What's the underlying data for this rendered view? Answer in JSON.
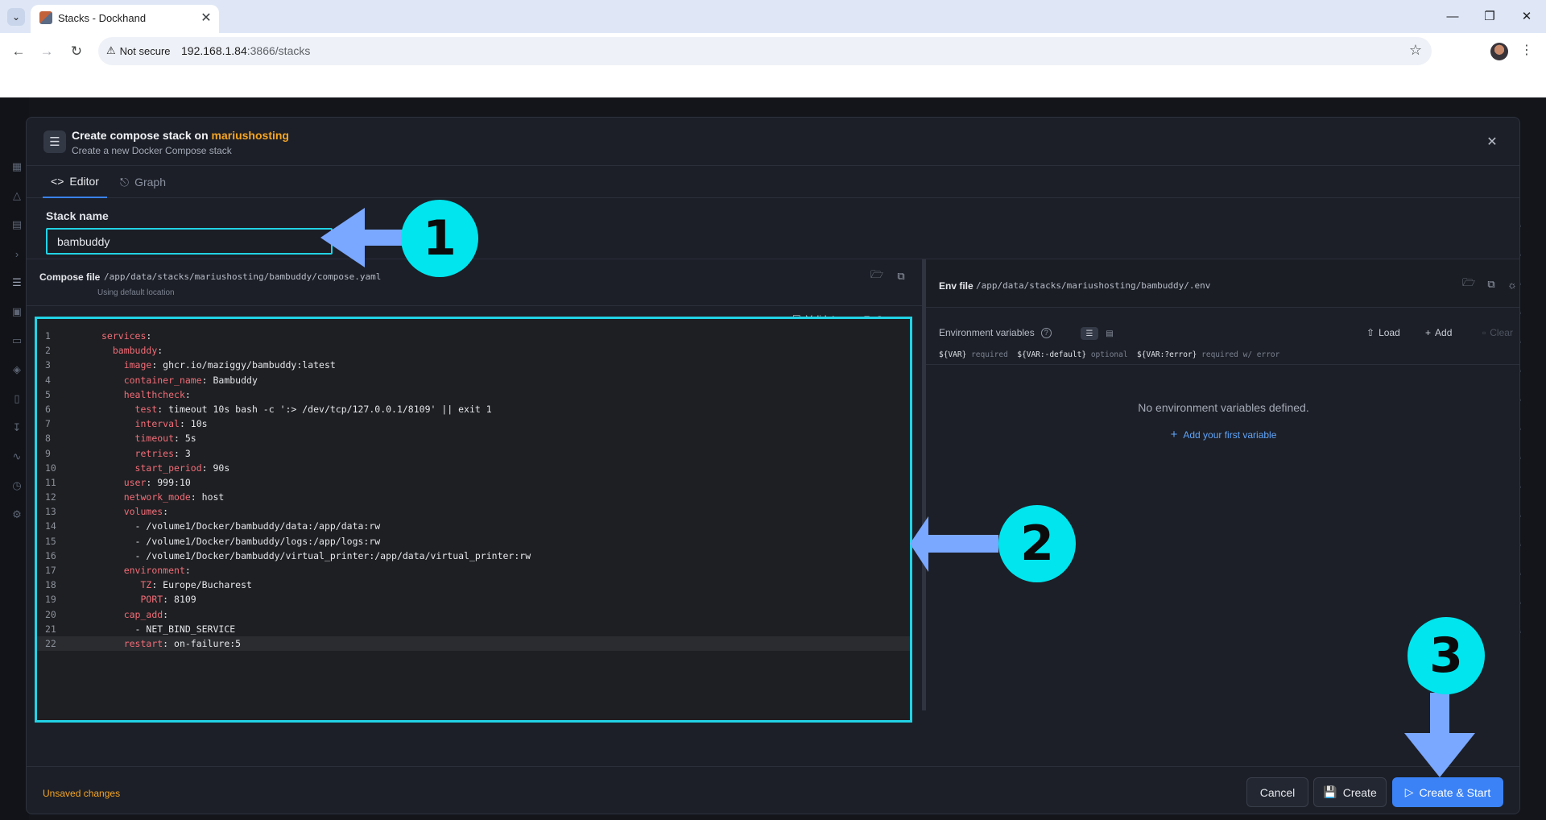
{
  "browser": {
    "tab_title": "Stacks - Dockhand",
    "security_label": "Not secure",
    "url_host": "192.168.1.84",
    "url_path": ":3866/stacks"
  },
  "icons": {
    "tab_list": "chevron-down-icon",
    "tab_close": "close-icon",
    "back": "arrow-left-icon",
    "forward": "arrow-right-icon",
    "reload": "reload-icon",
    "warning": "warning-triangle-icon",
    "bookmark": "star-icon",
    "menu": "kebab-menu-icon",
    "stack": "layers-icon"
  },
  "modal": {
    "title_prefix": "Create compose stack on",
    "title_host": "mariushosting",
    "subtitle": "Create a new Docker Compose stack",
    "tabs": [
      {
        "label": "Editor",
        "active": true
      },
      {
        "label": "Graph",
        "active": false
      }
    ],
    "stack_name_label": "Stack name",
    "stack_name_value": "bambuddy"
  },
  "compose": {
    "label": "Compose file",
    "path": "/app/data/stacks/mariushosting/bambuddy/compose.yaml",
    "hint": "Using default location",
    "validate_label": "Validate",
    "copy_label": "Copy",
    "active_line": 22,
    "lines": [
      {
        "n": "1",
        "indent": "",
        "key": "services",
        "sep": ":",
        "val": ""
      },
      {
        "n": "2",
        "indent": "  ",
        "key": "bambuddy",
        "sep": ":",
        "val": ""
      },
      {
        "n": "3",
        "indent": "    ",
        "key": "image",
        "sep": ": ",
        "val": "ghcr.io/maziggy/bambuddy:latest"
      },
      {
        "n": "4",
        "indent": "    ",
        "key": "container_name",
        "sep": ": ",
        "val": "Bambuddy"
      },
      {
        "n": "5",
        "indent": "    ",
        "key": "healthcheck",
        "sep": ":",
        "val": ""
      },
      {
        "n": "6",
        "indent": "      ",
        "key": "test",
        "sep": ": ",
        "val": "timeout 10s bash -c ':> /dev/tcp/127.0.0.1/8109' || exit 1"
      },
      {
        "n": "7",
        "indent": "      ",
        "key": "interval",
        "sep": ": ",
        "val": "10s"
      },
      {
        "n": "8",
        "indent": "      ",
        "key": "timeout",
        "sep": ": ",
        "val": "5s"
      },
      {
        "n": "9",
        "indent": "      ",
        "key": "retries",
        "sep": ": ",
        "val": "3"
      },
      {
        "n": "10",
        "indent": "      ",
        "key": "start_period",
        "sep": ": ",
        "val": "90s"
      },
      {
        "n": "11",
        "indent": "    ",
        "key": "user",
        "sep": ": ",
        "val": "999:10"
      },
      {
        "n": "12",
        "indent": "    ",
        "key": "network_mode",
        "sep": ": ",
        "val": "host"
      },
      {
        "n": "13",
        "indent": "    ",
        "key": "volumes",
        "sep": ":",
        "val": ""
      },
      {
        "n": "14",
        "indent": "      ",
        "key": "",
        "sep": "",
        "val": "- /volume1/Docker/bambuddy/data:/app/data:rw"
      },
      {
        "n": "15",
        "indent": "      ",
        "key": "",
        "sep": "",
        "val": "- /volume1/Docker/bambuddy/logs:/app/logs:rw"
      },
      {
        "n": "16",
        "indent": "      ",
        "key": "",
        "sep": "",
        "val": "- /volume1/Docker/bambuddy/virtual_printer:/app/data/virtual_printer:rw"
      },
      {
        "n": "17",
        "indent": "    ",
        "key": "environment",
        "sep": ":",
        "val": ""
      },
      {
        "n": "18",
        "indent": "       ",
        "key": "TZ",
        "sep": ": ",
        "val": "Europe/Bucharest"
      },
      {
        "n": "19",
        "indent": "       ",
        "key": "PORT",
        "sep": ": ",
        "val": "8109"
      },
      {
        "n": "20",
        "indent": "    ",
        "key": "cap_add",
        "sep": ":",
        "val": ""
      },
      {
        "n": "21",
        "indent": "      ",
        "key": "",
        "sep": "",
        "val": "- NET_BIND_SERVICE"
      },
      {
        "n": "22",
        "indent": "    ",
        "key": "restart",
        "sep": ": ",
        "val": "on-failure:5"
      }
    ]
  },
  "env": {
    "label": "Env file",
    "path": "/app/data/stacks/mariushosting/bambuddy/.env",
    "vars_label": "Environment variables",
    "load_label": "Load",
    "add_label": "Add",
    "clear_label": "Clear",
    "hint_required_code": "${VAR}",
    "hint_required": "required",
    "hint_optional_code": "${VAR:-default}",
    "hint_optional": "optional",
    "hint_error_code": "${VAR:?error}",
    "hint_error": "required w/ error",
    "empty_message": "No environment variables defined.",
    "add_first_label": "Add your first variable"
  },
  "footer": {
    "unsaved_label": "Unsaved changes",
    "cancel_label": "Cancel",
    "create_label": "Create",
    "create_start_label": "Create & Start"
  },
  "annotations": {
    "marker_1": "1",
    "marker_2": "2",
    "marker_3": "3"
  },
  "colors": {
    "accent": "#3b82f6",
    "highlight": "#22d3e6",
    "annotation_arrow": "#7aa7ff",
    "annotation_badge": "#00e5ee",
    "warning": "#f5a524",
    "yaml_key": "#f26d78"
  }
}
